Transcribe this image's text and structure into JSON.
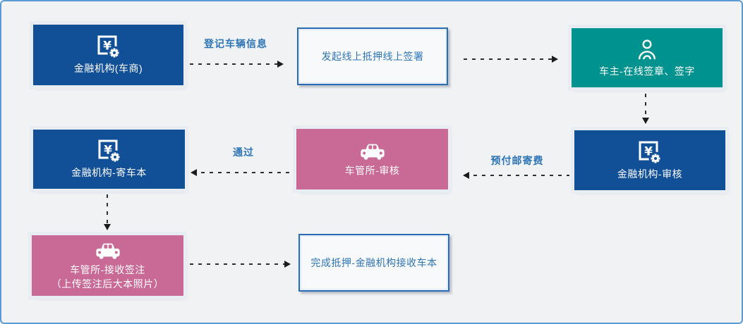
{
  "canvas": {
    "background": "#f1f2f4",
    "frame_border_color": "#5b9bd5"
  },
  "colors": {
    "finance_blue": "#114f96",
    "owner_teal": "#00928e",
    "dmv_pink": "#c96a96",
    "outline_box_border": "#2a6cb5",
    "label_text_blue": "#2e75b6",
    "arrow_color": "#2e2e2e",
    "box_text_white": "#ffffff"
  },
  "icons": {
    "finance": "finance-icon",
    "person": "person-icon",
    "car": "car-icon"
  },
  "nodes": {
    "n1": {
      "label": "金融机构(车商)",
      "icon": "finance-icon"
    },
    "n2": {
      "label": "发起线上抵押线上签署"
    },
    "n3": {
      "label": "车主-在线签章、签字",
      "icon": "person-icon"
    },
    "n4": {
      "label": "金融机构-审核",
      "icon": "finance-icon"
    },
    "n5": {
      "label": "车管所-审核",
      "icon": "car-icon"
    },
    "n6": {
      "label": "金融机构-寄车本",
      "icon": "finance-icon"
    },
    "n7": {
      "label": "车管所-接收签注",
      "sublabel": "（上传签注后大本照片）",
      "icon": "car-icon"
    },
    "n8": {
      "label": "完成抵押-金融机构接收车本"
    }
  },
  "edges": {
    "register_label": "登记车辆信息",
    "pass_label": "通过",
    "prepay_label": "预付邮寄费"
  }
}
